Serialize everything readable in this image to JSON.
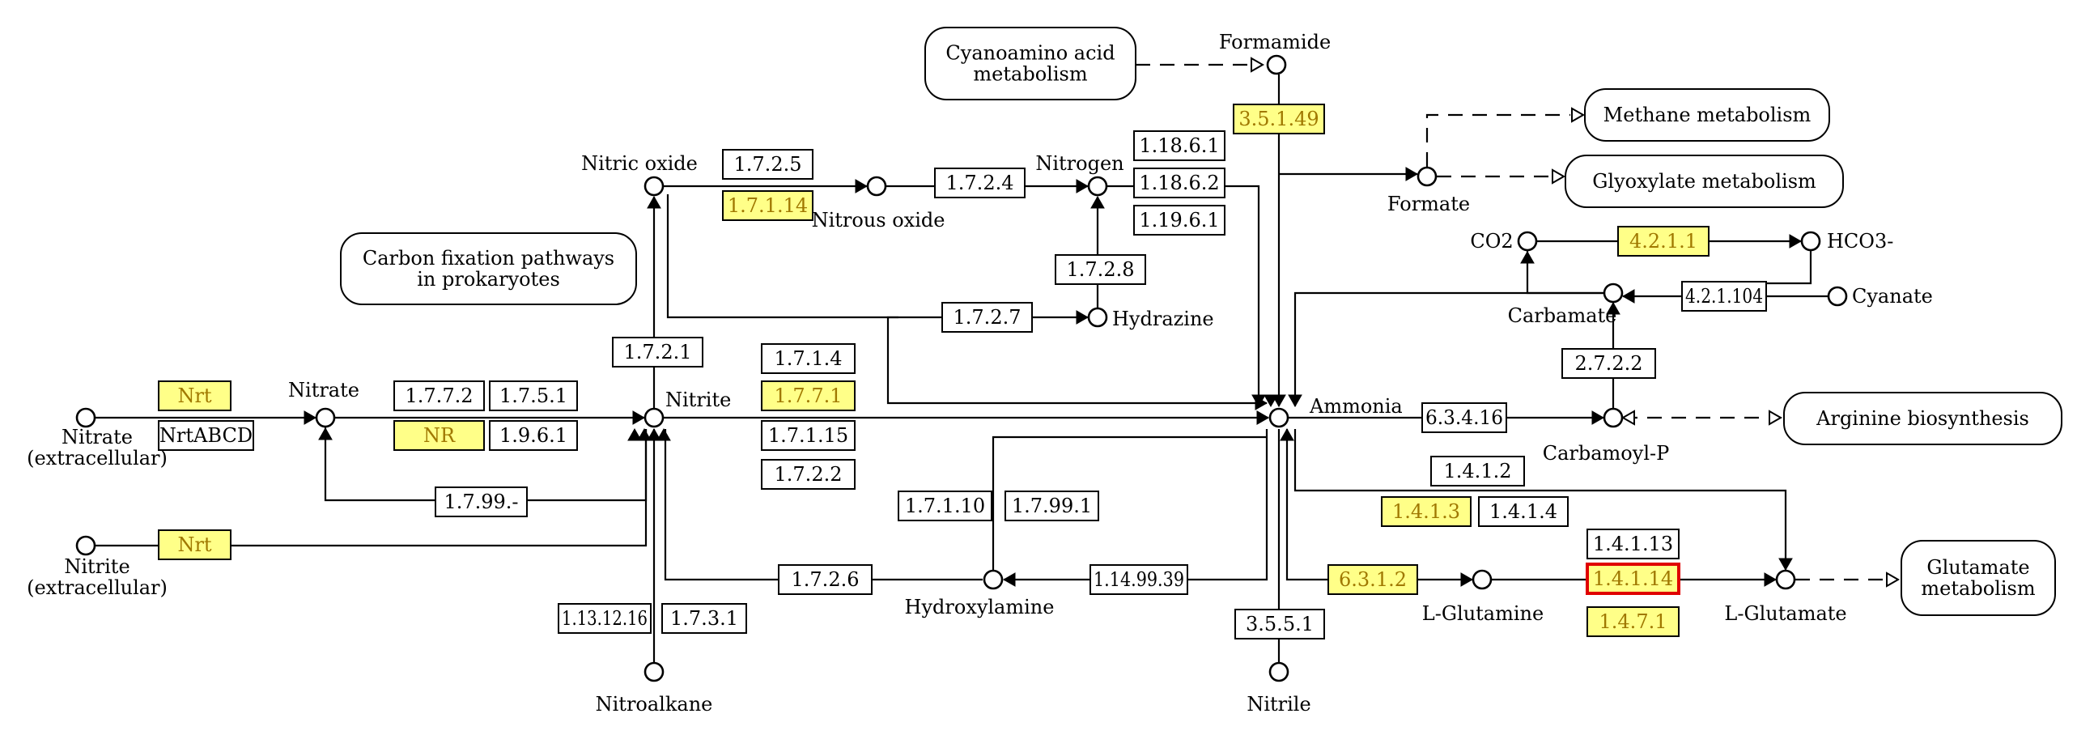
{
  "compounds": [
    {
      "id": "nitrate_ext",
      "lines": [
        "Nitrate",
        "(extracellular)"
      ]
    },
    {
      "id": "nitrate",
      "lines": [
        "Nitrate"
      ]
    },
    {
      "id": "nitrite_ext",
      "lines": [
        "Nitrite",
        "(extracellular)"
      ]
    },
    {
      "id": "nitrite",
      "lines": [
        "Nitrite"
      ]
    },
    {
      "id": "nitric_oxide",
      "lines": [
        "Nitric oxide"
      ]
    },
    {
      "id": "nitrous_oxide",
      "lines": [
        "Nitrous oxide"
      ]
    },
    {
      "id": "nitrogen",
      "lines": [
        "Nitrogen"
      ]
    },
    {
      "id": "hydrazine",
      "lines": [
        "Hydrazine"
      ]
    },
    {
      "id": "hydroxylamine",
      "lines": [
        "Hydroxylamine"
      ]
    },
    {
      "id": "nitroalkane",
      "lines": [
        "Nitroalkane"
      ]
    },
    {
      "id": "formamide",
      "lines": [
        "Formamide"
      ]
    },
    {
      "id": "formate",
      "lines": [
        "Formate"
      ]
    },
    {
      "id": "co2",
      "lines": [
        "CO2"
      ]
    },
    {
      "id": "hco3",
      "lines": [
        "HCO3-"
      ]
    },
    {
      "id": "cyanate",
      "lines": [
        "Cyanate"
      ]
    },
    {
      "id": "carbamate",
      "lines": [
        "Carbamate"
      ]
    },
    {
      "id": "ammonia",
      "lines": [
        "Ammonia"
      ]
    },
    {
      "id": "carbamoyl_p",
      "lines": [
        "Carbamoyl-P"
      ]
    },
    {
      "id": "l_glutamine",
      "lines": [
        "L-Glutamine"
      ]
    },
    {
      "id": "l_glutamate",
      "lines": [
        "L-Glutamate"
      ]
    },
    {
      "id": "nitrile",
      "lines": [
        "Nitrile"
      ]
    }
  ],
  "enzymes": [
    {
      "label": "Nrt",
      "highlight": "yellow"
    },
    {
      "label": "NrtABCD",
      "highlight": "none"
    },
    {
      "label": "Nrt",
      "highlight": "yellow"
    },
    {
      "label": "1.7.7.2",
      "highlight": "none"
    },
    {
      "label": "1.7.5.1",
      "highlight": "none"
    },
    {
      "label": "NR",
      "highlight": "yellow"
    },
    {
      "label": "1.9.6.1",
      "highlight": "none"
    },
    {
      "label": "1.7.99.-",
      "highlight": "none"
    },
    {
      "label": "1.7.2.1",
      "highlight": "none"
    },
    {
      "label": "1.7.1.4",
      "highlight": "none"
    },
    {
      "label": "1.7.7.1",
      "highlight": "yellow"
    },
    {
      "label": "1.7.1.15",
      "highlight": "none"
    },
    {
      "label": "1.7.2.2",
      "highlight": "none"
    },
    {
      "label": "1.7.2.5",
      "highlight": "none"
    },
    {
      "label": "1.7.1.14",
      "highlight": "yellow"
    },
    {
      "label": "1.7.2.4",
      "highlight": "none"
    },
    {
      "label": "1.18.6.1",
      "highlight": "none"
    },
    {
      "label": "1.18.6.2",
      "highlight": "none"
    },
    {
      "label": "1.19.6.1",
      "highlight": "none"
    },
    {
      "label": "1.7.2.8",
      "highlight": "none"
    },
    {
      "label": "1.7.2.7",
      "highlight": "none"
    },
    {
      "label": "1.7.1.10",
      "highlight": "none"
    },
    {
      "label": "1.7.99.1",
      "highlight": "none"
    },
    {
      "label": "1.7.2.6",
      "highlight": "none"
    },
    {
      "label": "1.14.99.39",
      "highlight": "none"
    },
    {
      "label": "1.13.12.16",
      "highlight": "none"
    },
    {
      "label": "1.7.3.1",
      "highlight": "none"
    },
    {
      "label": "3.5.1.49",
      "highlight": "yellow"
    },
    {
      "label": "4.2.1.1",
      "highlight": "yellow"
    },
    {
      "label": "4.2.1.104",
      "highlight": "none"
    },
    {
      "label": "2.7.2.2",
      "highlight": "none"
    },
    {
      "label": "6.3.4.16",
      "highlight": "none"
    },
    {
      "label": "1.4.1.2",
      "highlight": "none"
    },
    {
      "label": "1.4.1.3",
      "highlight": "yellow"
    },
    {
      "label": "1.4.1.4",
      "highlight": "none"
    },
    {
      "label": "1.4.1.13",
      "highlight": "none"
    },
    {
      "label": "1.4.1.14",
      "highlight": "yellow-selected"
    },
    {
      "label": "1.4.7.1",
      "highlight": "yellow"
    },
    {
      "label": "6.3.1.2",
      "highlight": "yellow"
    },
    {
      "label": "3.5.5.1",
      "highlight": "none"
    }
  ],
  "pathways": [
    {
      "lines": [
        "Cyanoamino acid",
        "metabolism"
      ]
    },
    {
      "lines": [
        "Methane metabolism"
      ]
    },
    {
      "lines": [
        "Glyoxylate metabolism"
      ]
    },
    {
      "lines": [
        "Carbon fixation pathways",
        "in prokaryotes"
      ]
    },
    {
      "lines": [
        "Arginine biosynthesis"
      ]
    },
    {
      "lines": [
        "Glutamate",
        "metabolism"
      ]
    }
  ],
  "colors": {
    "enzyme_highlight": "#ffff88",
    "enzyme_highlight_text": "#a07800",
    "selected_outline": "#e00000",
    "line": "#000000"
  }
}
